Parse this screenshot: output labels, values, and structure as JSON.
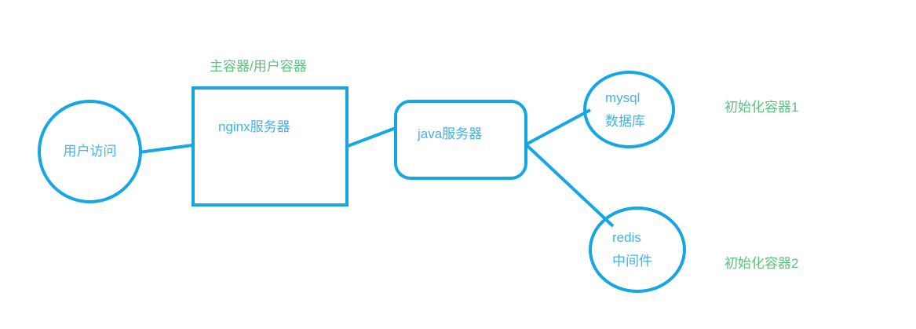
{
  "diagram": {
    "title": "container architecture diagram",
    "colors": {
      "stroke": "#14a6e5",
      "node_text": "#40b4ea",
      "annotation_text": "#5ac37c",
      "background": "#ffffff"
    },
    "nodes": {
      "user": {
        "label": "用户访问",
        "shape": "circle"
      },
      "nginx": {
        "label": "nginx服务器",
        "shape": "rectangle"
      },
      "java": {
        "label": "java服务器",
        "shape": "rounded-rectangle"
      },
      "mysql": {
        "line1": "mysql",
        "line2": "数据库",
        "shape": "circle"
      },
      "redis": {
        "line1": "redis",
        "line2": "中间件",
        "shape": "circle"
      }
    },
    "annotations": {
      "main_container": "主容器/用户容器",
      "init_container_1": "初始化容器1",
      "init_container_2": "初始化容器2"
    },
    "connectors": [
      {
        "name": "user-to-nginx",
        "from": "user",
        "to": "nginx"
      },
      {
        "name": "nginx-to-java",
        "from": "nginx",
        "to": "java"
      },
      {
        "name": "java-to-mysql",
        "from": "java",
        "to": "mysql"
      },
      {
        "name": "java-to-redis",
        "from": "java",
        "to": "redis"
      }
    ]
  }
}
